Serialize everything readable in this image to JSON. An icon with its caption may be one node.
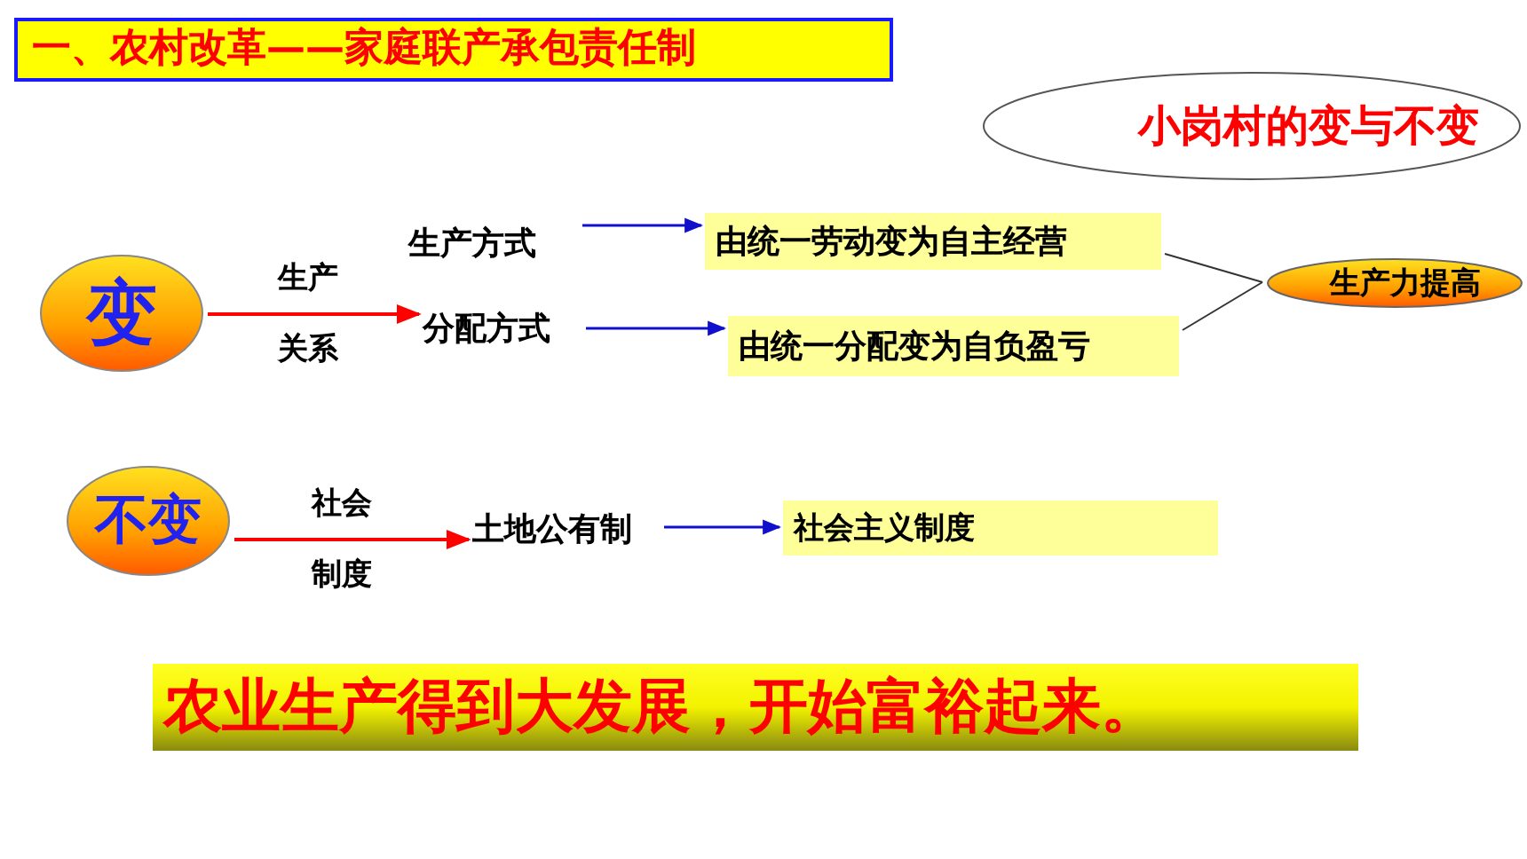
{
  "diagram": {
    "title": "一、农村改革——家庭联产承包责任制",
    "nodes": [
      {
        "text": [
          "小岗村的变与不变"
        ]
      },
      {
        "text": [
          "变"
        ]
      },
      {
        "text": [
          "生产方式"
        ]
      },
      {
        "text": [
          "分配方式"
        ]
      },
      {
        "text": [
          "由统一劳动变为自主经营"
        ]
      },
      {
        "text": [
          "由统一分配变为自负盈亏"
        ]
      },
      {
        "text": [
          "生产力提高"
        ]
      },
      {
        "text": [
          "不变"
        ]
      },
      {
        "text": [
          "土地公有制"
        ]
      },
      {
        "text": [
          "社会主义制度"
        ]
      },
      {
        "text": [
          "农业生产得到大发展，开始富裕起来。"
        ]
      }
    ],
    "edges": [
      {
        "from": 1,
        "to": 3,
        "arrow": "to",
        "label": "生产关系",
        "color": "#ff0000"
      },
      {
        "from": 2,
        "to": 4,
        "arrow": "to"
      },
      {
        "from": 3,
        "to": 5,
        "arrow": "to"
      },
      {
        "from": 4,
        "to": 6,
        "arrow": "none",
        "color": "#333333"
      },
      {
        "from": 5,
        "to": 6,
        "arrow": "none",
        "color": "#333333"
      },
      {
        "from": 7,
        "to": 8,
        "arrow": "to",
        "label": "社会制度",
        "color": "#ff0000"
      },
      {
        "from": 8,
        "to": 9,
        "arrow": "to"
      }
    ]
  }
}
